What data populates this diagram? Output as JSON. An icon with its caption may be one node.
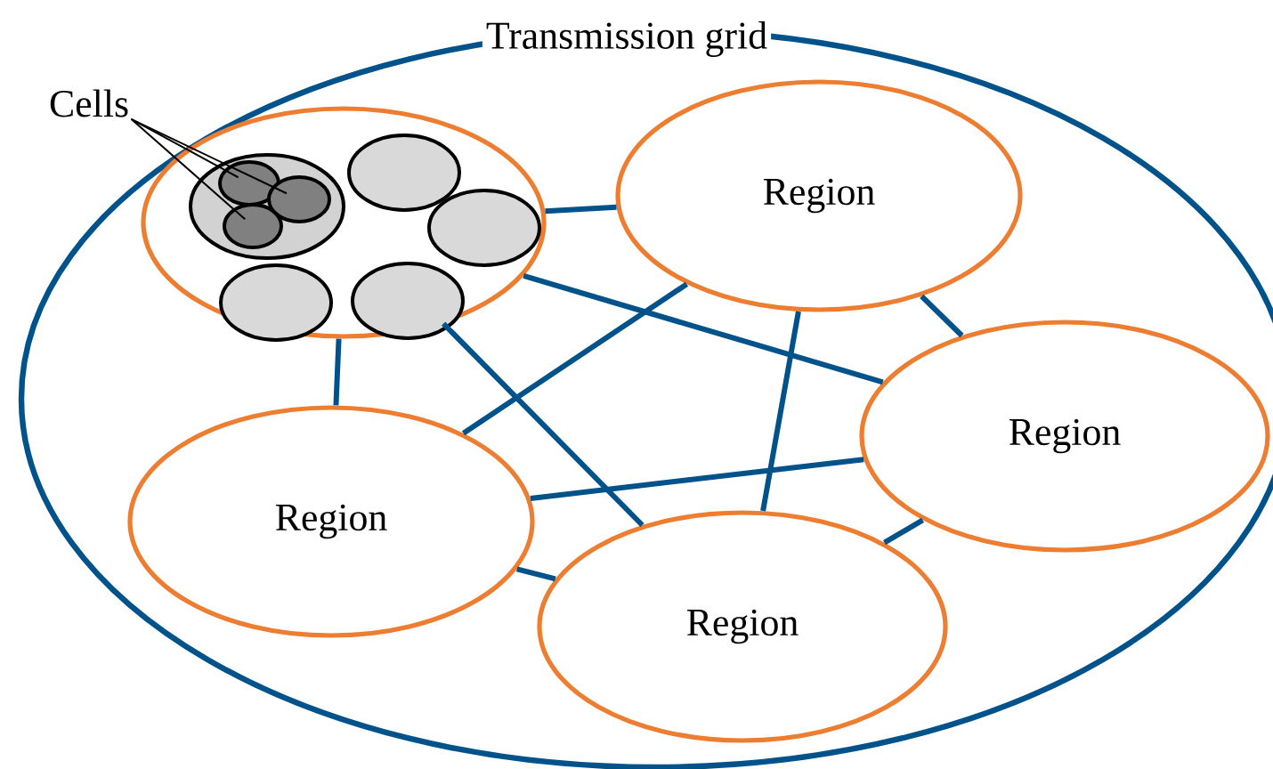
{
  "diagram": {
    "nodes": [
      {
        "text": [
          "Transmission grid"
        ]
      },
      {
        "text": [
          "Cells"
        ]
      },
      {
        "text": [],
        "shape": "ellipse",
        "in": 0
      },
      {
        "text": [],
        "shape": "ellipse",
        "in": 2
      },
      {
        "text": [],
        "shape": "ellipse",
        "in": 3
      },
      {
        "text": [],
        "shape": "ellipse",
        "in": 3
      },
      {
        "text": [],
        "shape": "ellipse",
        "in": 3
      },
      {
        "text": [],
        "shape": "ellipse",
        "in": 2
      },
      {
        "text": [],
        "shape": "ellipse",
        "in": 2
      },
      {
        "text": [],
        "shape": "ellipse",
        "in": 2
      },
      {
        "text": [],
        "shape": "ellipse",
        "in": 2
      },
      {
        "text": [
          "Region"
        ],
        "in": 0
      },
      {
        "text": [
          "Region"
        ],
        "in": 0
      },
      {
        "text": [
          "Region"
        ],
        "in": 0
      },
      {
        "text": [
          "Region"
        ],
        "in": 0
      }
    ],
    "edges": [
      {
        "from": 1,
        "to": 4,
        "arrow": "none",
        "color": "#000000"
      },
      {
        "from": 1,
        "to": 5,
        "arrow": "none",
        "color": "#000000"
      },
      {
        "from": 1,
        "to": 6,
        "arrow": "none",
        "color": "#000000"
      },
      {
        "from": 2,
        "to": 11,
        "arrow": "none"
      },
      {
        "from": 2,
        "to": 12,
        "arrow": "none"
      },
      {
        "from": 2,
        "to": 13,
        "arrow": "none"
      },
      {
        "from": 2,
        "to": 14,
        "arrow": "none"
      },
      {
        "from": 11,
        "to": 12,
        "arrow": "none"
      },
      {
        "from": 11,
        "to": 13,
        "arrow": "none"
      },
      {
        "from": 11,
        "to": 14,
        "arrow": "none"
      },
      {
        "from": 12,
        "to": 13,
        "arrow": "none"
      },
      {
        "from": 12,
        "to": 14,
        "arrow": "none"
      },
      {
        "from": 13,
        "to": 14,
        "arrow": "none"
      }
    ]
  }
}
